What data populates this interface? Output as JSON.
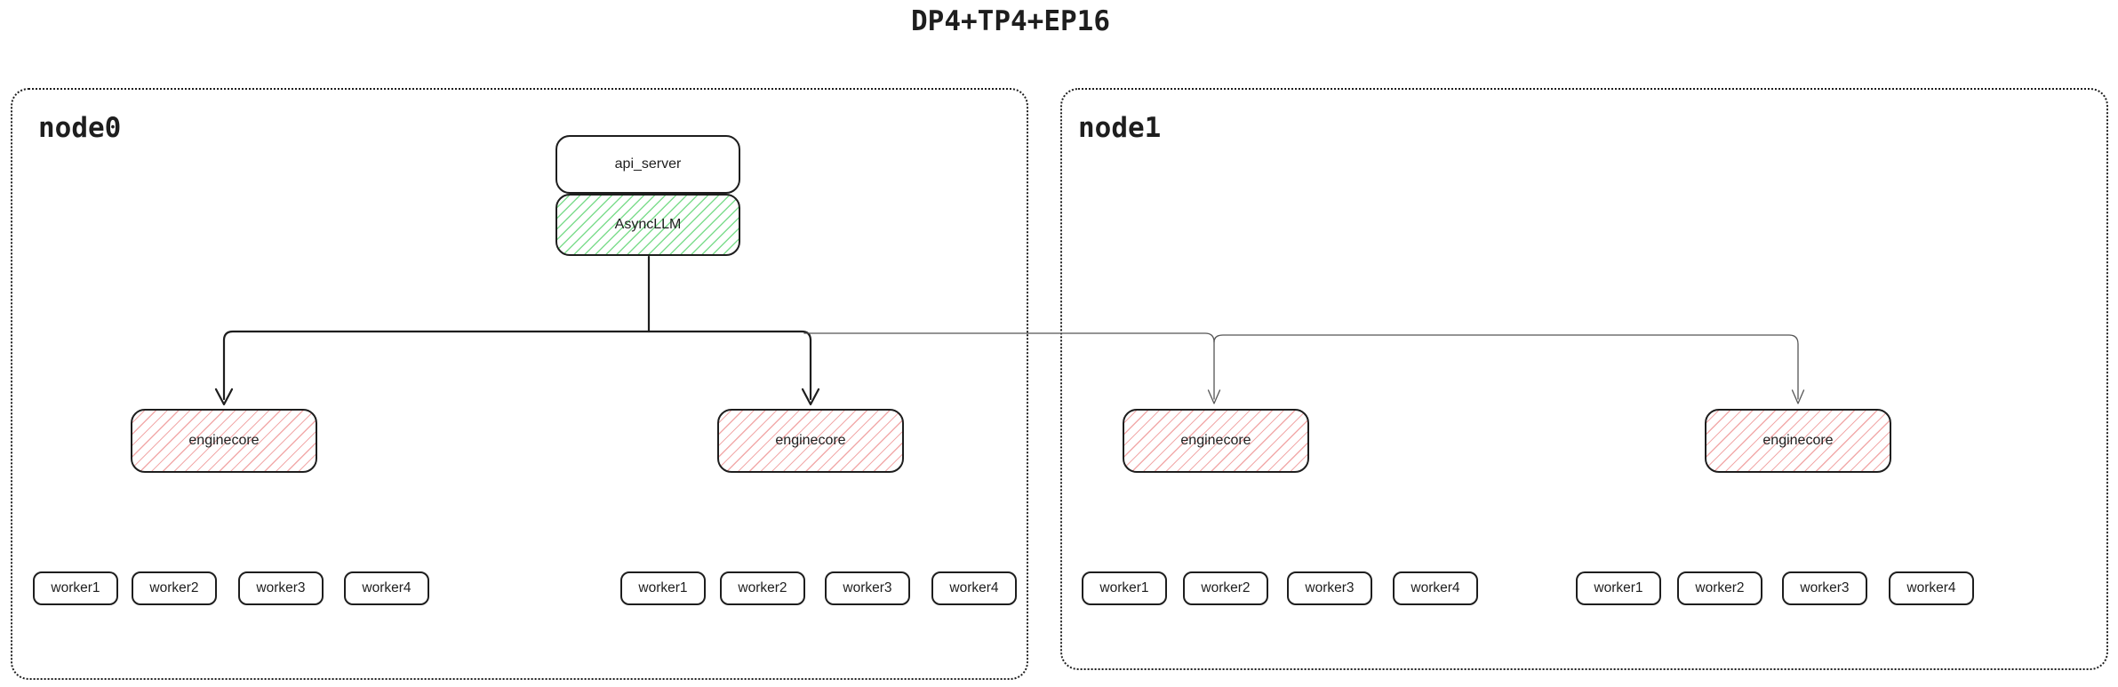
{
  "title": "DP4+TP4+EP16",
  "api_server": {
    "label": "api_server"
  },
  "async_llm": {
    "label": "AsyncLLM"
  },
  "nodes": [
    {
      "label": "node0",
      "enginecores": [
        {
          "label": "enginecore",
          "workers": [
            "worker1",
            "worker2",
            "worker3",
            "worker4"
          ]
        },
        {
          "label": "enginecore",
          "workers": [
            "worker1",
            "worker2",
            "worker3",
            "worker4"
          ]
        }
      ]
    },
    {
      "label": "node1",
      "enginecores": [
        {
          "label": "enginecore",
          "workers": [
            "worker1",
            "worker2",
            "worker3",
            "worker4"
          ]
        },
        {
          "label": "enginecore",
          "workers": [
            "worker1",
            "worker2",
            "worker3",
            "worker4"
          ]
        }
      ]
    }
  ],
  "colors": {
    "stroke": "#1e1e1e",
    "green_hatch": "#7edd8e",
    "red_hatch": "#f2aaaa",
    "thin_line": "#555555",
    "background": "#ffffff"
  }
}
